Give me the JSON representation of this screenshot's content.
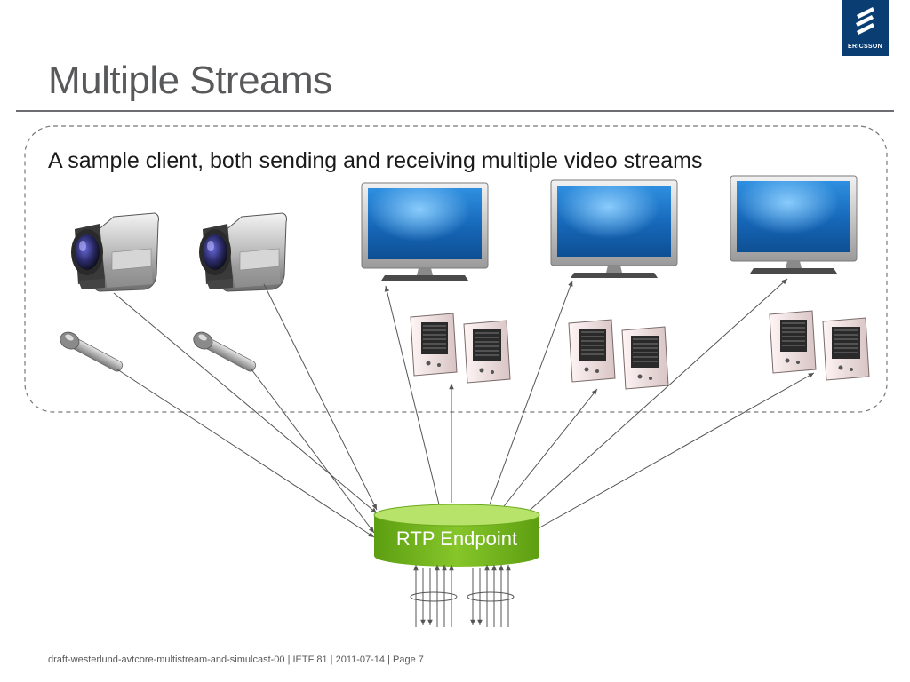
{
  "slide": {
    "title": "Multiple Streams",
    "subtitle": "A sample client, both sending and receiving multiple video streams",
    "footer": "draft-westerlund-avtcore-multistream-and-simulcast-00  |  IETF 81  |  2011-07-14  |  Page 7"
  },
  "logo": {
    "text": "ERICSSON",
    "icon": "ericsson-logo-icon"
  },
  "diagram": {
    "endpoint_label": "RTP Endpoint",
    "senders": [
      "video-camera-icon",
      "video-camera-icon",
      "microphone-icon",
      "microphone-icon"
    ],
    "receivers": [
      "monitor-icon",
      "monitor-icon",
      "monitor-icon",
      "speakers-icon",
      "speakers-icon",
      "speakers-icon"
    ],
    "colors": {
      "endpoint_fill": "#7cc21d",
      "endpoint_top": "#b8e36a",
      "logo_bg": "#0a3e73",
      "screen_blue": "#1a6fc4",
      "rule": "#6d6e71"
    }
  }
}
